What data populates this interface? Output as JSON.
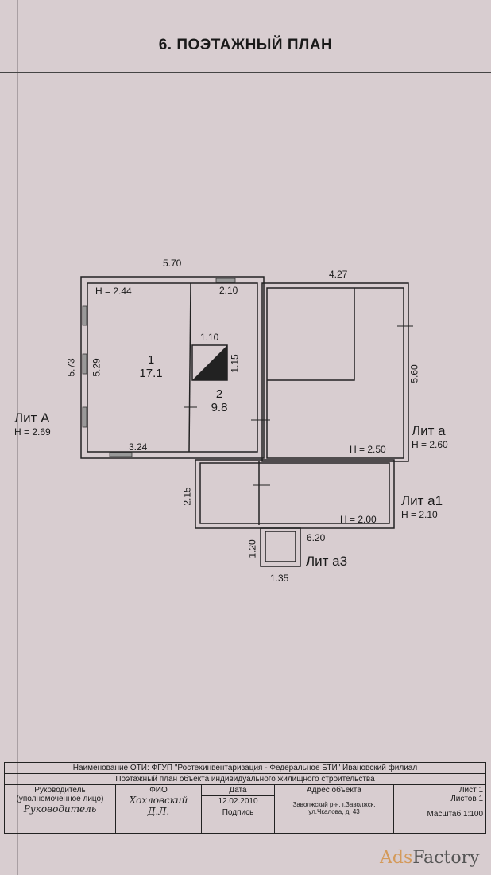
{
  "title": "6. ПОЭТАЖНЫЙ ПЛАН",
  "plan": {
    "dimensions": {
      "top_a": "5.70",
      "top_window": "2.10",
      "top_lit_a": "4.27",
      "left_outer": "5.73",
      "left_inner": "5.29",
      "stair_width": "1.10",
      "stair_height": "1.15",
      "bottom_a": "3.24",
      "right_lit_a": "5.60",
      "a1_height": "2.15",
      "a1_width": "6.20",
      "a3_height": "1.20",
      "a3_width": "1.35"
    },
    "rooms": [
      {
        "number": "1",
        "area": "17.1"
      },
      {
        "number": "2",
        "area": "9.8"
      }
    ],
    "heights": {
      "room_1": "H = 2.44",
      "lit_a_inner": "H = 2.50",
      "a1_inner": "H = 2.00"
    },
    "liters": [
      {
        "label": "Лит А",
        "height": "H = 2.69"
      },
      {
        "label": "Лит а",
        "height": "H = 2.60"
      },
      {
        "label": "Лит а1",
        "height": "H = 2.10"
      },
      {
        "label": "Лит а3"
      }
    ]
  },
  "stamp": {
    "organization": "Наименование ОТИ: ФГУП \"Ростехинвентаризация - Федеральное БТИ\" Ивановский филиал",
    "document": "Поэтажный план объекта индивидуального жилищного строительства",
    "head_label": "Руководитель (уполномоченное лицо)",
    "head_signature": "Руководитель",
    "fio_label": "ФИО",
    "fio_signature": "Хохловский Д.Л.",
    "date_label": "Дата",
    "date_value": "12.02.2010",
    "signature_label": "Подпись",
    "address_label": "Адрес объекта",
    "address_value": "Заволжский р-н, г.Заволжск, ул.Чкалова, д. 43",
    "sheet": "Лист  1",
    "sheets": "Листов  1",
    "scale": "Масштаб 1:100"
  },
  "watermark": {
    "part1": "Ads",
    "part2": "Factory"
  }
}
